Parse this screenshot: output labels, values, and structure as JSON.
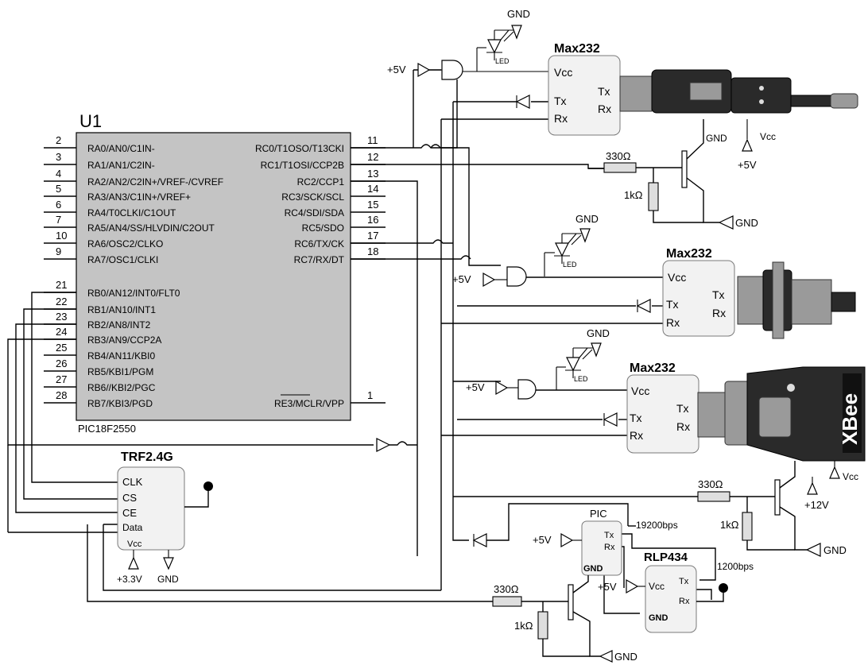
{
  "u1": {
    "ref": "U1",
    "part": "PIC18F2550",
    "left_pins": [
      {
        "num": "2",
        "label": "RA0/AN0/C1IN-"
      },
      {
        "num": "3",
        "label": "RA1/AN1/C2IN-"
      },
      {
        "num": "4",
        "label": "RA2/AN2/C2IN+/VREF-/CVREF"
      },
      {
        "num": "5",
        "label": "RA3/AN3/C1IN+/VREF+"
      },
      {
        "num": "6",
        "label": "RA4/T0CLKI/C1OUT"
      },
      {
        "num": "7",
        "label": "RA5/AN4/SS/HLVDIN/C2OUT"
      },
      {
        "num": "10",
        "label": "RA6/OSC2/CLKO"
      },
      {
        "num": "9",
        "label": "RA7/OSC1/CLKI"
      },
      {
        "num": "21",
        "label": "RB0/AN12/INT0/FLT0"
      },
      {
        "num": "22",
        "label": "RB1/AN10/INT1"
      },
      {
        "num": "23",
        "label": "RB2/AN8/INT2"
      },
      {
        "num": "24",
        "label": "RB3/AN9/CCP2A"
      },
      {
        "num": "25",
        "label": "RB4/AN11/KBI0"
      },
      {
        "num": "26",
        "label": "RB5/KBI1/PGM"
      },
      {
        "num": "27",
        "label": "RB6//KBI2/PGC"
      },
      {
        "num": "28",
        "label": "RB7/KBI3/PGD"
      }
    ],
    "right_pins": [
      {
        "num": "11",
        "label": "RC0/T1OSO/T13CKI"
      },
      {
        "num": "12",
        "label": "RC1/T1OSI/CCP2B"
      },
      {
        "num": "13",
        "label": "RC2/CCP1"
      },
      {
        "num": "14",
        "label": "RC3/SCK/SCL"
      },
      {
        "num": "15",
        "label": "RC4/SDI/SDA"
      },
      {
        "num": "16",
        "label": "RC5/SDO"
      },
      {
        "num": "17",
        "label": "RC6/TX/CK"
      },
      {
        "num": "18",
        "label": "RC7/RX/DT"
      }
    ],
    "mclr_pin": {
      "num": "1",
      "label": "RE3/MCLR/VPP"
    }
  },
  "max232_modules": [
    {
      "title": "Max232",
      "vcc": "Vcc",
      "tx_in": "Tx",
      "rx_in": "Rx",
      "tx_out": "Tx",
      "rx_out": "Rx"
    },
    {
      "title": "Max232",
      "vcc": "Vcc",
      "tx_in": "Tx",
      "rx_in": "Rx",
      "tx_out": "Tx",
      "rx_out": "Rx"
    },
    {
      "title": "Max232",
      "vcc": "Vcc",
      "tx_in": "Tx",
      "rx_in": "Rx",
      "tx_out": "Tx",
      "rx_out": "Rx"
    }
  ],
  "trf": {
    "title": "TRF2.4G",
    "pins": [
      "CLK",
      "CS",
      "CE",
      "Data"
    ],
    "vcc": "Vcc"
  },
  "pic_module": {
    "title": "PIC",
    "tx": "Tx",
    "rx": "Rx",
    "gnd": "GND",
    "baud": "19200bps"
  },
  "rlp": {
    "title": "RLP434",
    "vcc": "Vcc",
    "tx": "Tx",
    "rx": "Rx",
    "gnd": "GND",
    "baud": "1200bps"
  },
  "labels": {
    "gnd": "GND",
    "led": "LED",
    "v5": "+5V",
    "vcc": "Vcc",
    "v5_sup": "+5V",
    "v12": "+12V",
    "v33": "+3.3V",
    "r330": "330Ω",
    "r1k": "1kΩ"
  }
}
